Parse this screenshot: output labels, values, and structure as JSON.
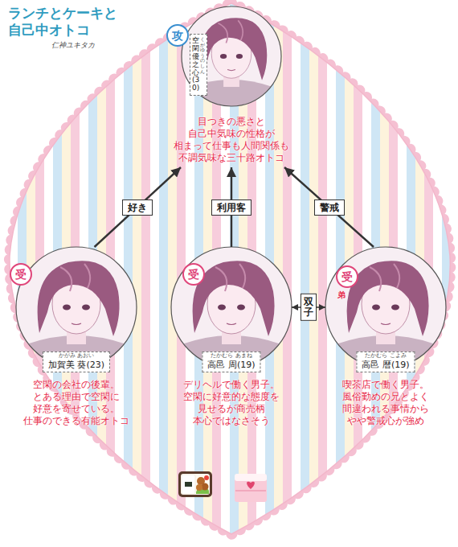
{
  "diagram": {
    "title": "ランチとケーキと 自己中オトコ",
    "nodes": [
      {
        "text": [
          "攻",
          "くが ゆうのしん",
          "空閑 優之心(30)",
          "目つきの悪さと 自己中気味の性格が 相まって仕事も人間関係も 不調気味な三十路オトコ"
        ]
      },
      {
        "text": [
          "受",
          "かがみ あおい",
          "加賀美 葵(23)",
          "空閑の会社の後輩。 とある理由で空閑に 好意を寄せている。 仕事のできる有能オトコ"
        ]
      },
      {
        "text": [
          "受",
          "たかむら あまね",
          "高邑 周(19)",
          "デリヘルで働く男子。 空閑に好意的な態度を 見せるが商売柄 本心ではなさそう"
        ]
      },
      {
        "text": [
          "受",
          "弟",
          "たかむら こよみ",
          "高邑 暦(19)",
          "喫茶店で働く男子。 風俗勤めの兄とよく 間違われる事情から やや警戒心が強め"
        ]
      }
    ],
    "edges": [
      {
        "from": 1,
        "to": 0,
        "label": "好き",
        "arrow": "to"
      },
      {
        "from": 2,
        "to": 0,
        "label": "利用客",
        "arrow": "to"
      },
      {
        "from": 3,
        "to": 0,
        "label": "警戒",
        "arrow": "to"
      },
      {
        "from": 2,
        "to": 3,
        "label": "双子",
        "arrow": "both"
      }
    ],
    "labels": [
      "仁神ユキタカ"
    ]
  }
}
